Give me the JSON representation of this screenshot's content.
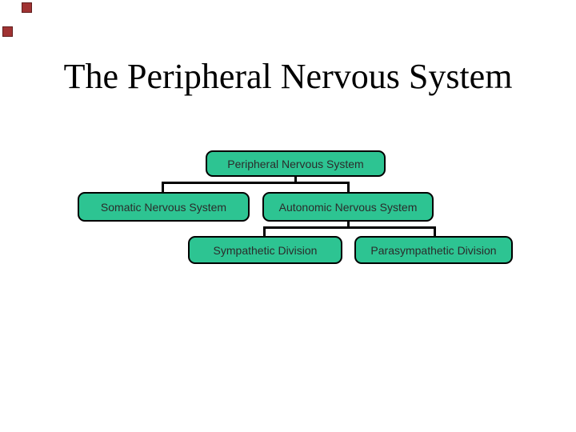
{
  "slide": {
    "title": "The Peripheral Nervous System",
    "background": "#FFFFFF"
  },
  "diagram": {
    "type": "org-chart",
    "nodes": {
      "root": {
        "label": "Peripheral Nervous System"
      },
      "somatic": {
        "label": "Somatic Nervous System"
      },
      "autonomic": {
        "label": "Autonomic Nervous System"
      },
      "sympathetic": {
        "label": "Sympathetic Division"
      },
      "parasympathetic": {
        "label": "Parasympathetic Division"
      }
    },
    "edges": [
      {
        "from": "root",
        "to": "somatic"
      },
      {
        "from": "root",
        "to": "autonomic"
      },
      {
        "from": "autonomic",
        "to": "sympathetic"
      },
      {
        "from": "autonomic",
        "to": "parasympathetic"
      }
    ]
  },
  "colors": {
    "node_fill": "#2DC492",
    "node_border": "#000000",
    "node_text": "#2B2B2B",
    "connector": "#000000",
    "title_text": "#000000",
    "decoration_square": "#A03232"
  }
}
